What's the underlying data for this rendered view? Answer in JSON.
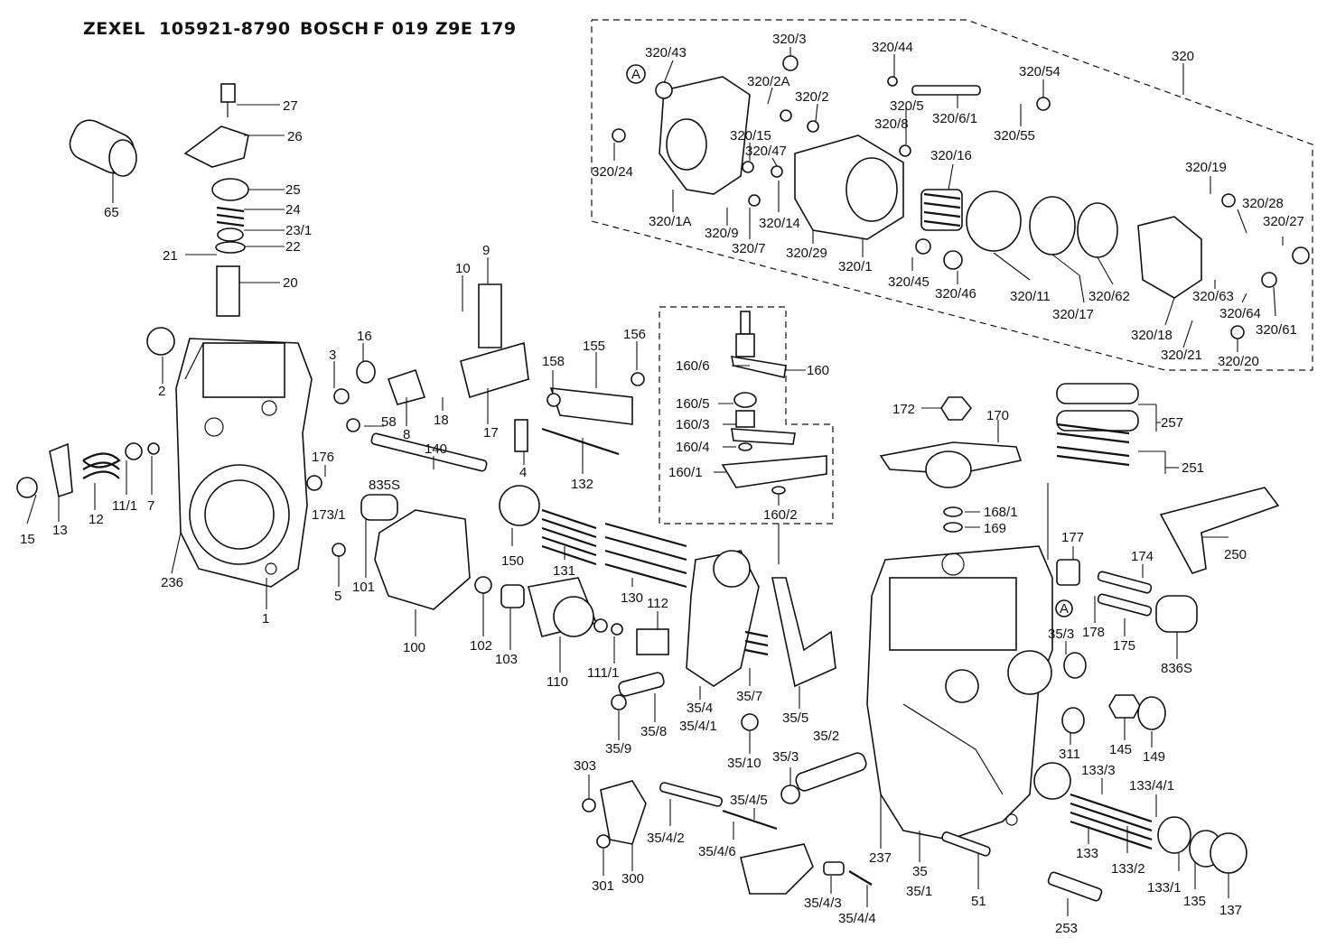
{
  "header": {
    "brand": "ZEXEL",
    "zexel_number": "105921-8790",
    "bosch": "BOSCH",
    "bosch_number": "F 019 Z9E 179"
  },
  "callouts": {
    "assembly_ref_a": "A",
    "assembly_ref_a2": "A"
  },
  "labels": {
    "p65": "65",
    "p27": "27",
    "p26": "26",
    "p25": "25",
    "p24": "24",
    "p23_1": "23/1",
    "p22": "22",
    "p21": "21",
    "p20": "20",
    "p2": "2",
    "p3": "3",
    "p16": "16",
    "p58": "58",
    "p8": "8",
    "p18": "18",
    "p10": "10",
    "p9": "9",
    "p17": "17",
    "p4": "4",
    "p158": "158",
    "p155": "155",
    "p156": "156",
    "p132": "132",
    "p176": "176",
    "p140": "140",
    "p835s": "835S",
    "p173_1": "173/1",
    "p15": "15",
    "p13": "13",
    "p12": "12",
    "p11_1": "11/1",
    "p7": "7",
    "p236": "236",
    "p1": "1",
    "p5": "5",
    "p101": "101",
    "p100": "100",
    "p150": "150",
    "p131": "131",
    "p130": "130",
    "p112": "112",
    "p102": "102",
    "p103": "103",
    "p110": "110",
    "p111_1": "111/1",
    "p35_4": "35/4",
    "p35_4_1": "35/4/1",
    "p35_7": "35/7",
    "p35_5": "35/5",
    "p35_8": "35/8",
    "p35_9": "35/9",
    "p35_10": "35/10",
    "p35_3a": "35/3",
    "p35_2": "35/2",
    "p160_6": "160/6",
    "p160": "160",
    "p160_5": "160/5",
    "p160_3": "160/3",
    "p160_4": "160/4",
    "p160_1": "160/1",
    "p160_2": "160/2",
    "p303": "303",
    "p301": "301",
    "p300": "300",
    "p35_4_2": "35/4/2",
    "p35_4_5": "35/4/5",
    "p35_4_6": "35/4/6",
    "p35_4_3": "35/4/3",
    "p35_4_4": "35/4/4",
    "p237": "237",
    "p35": "35",
    "p35_1": "35/1",
    "p51": "51",
    "p253": "253",
    "p172": "172",
    "p170": "170",
    "p168_1": "168/1",
    "p169": "169",
    "p257": "257",
    "p251": "251",
    "p250": "250",
    "p177": "177",
    "p174": "174",
    "p178": "178",
    "p175": "175",
    "p836s": "836S",
    "p35_3b": "35/3",
    "p145": "145",
    "p149": "149",
    "p311": "311",
    "p133_3": "133/3",
    "p133_4_1": "133/4/1",
    "p133": "133",
    "p133_2": "133/2",
    "p133_1": "133/1",
    "p135": "135",
    "p137": "137",
    "p320": "320",
    "p320_3": "320/3",
    "p320_43": "320/43",
    "p320_44": "320/44",
    "p320_54": "320/54",
    "p320_2a": "320/2A",
    "p320_2": "320/2",
    "p320_5": "320/5",
    "p320_8": "320/8",
    "p320_6_1": "320/6/1",
    "p320_55": "320/55",
    "p320_15": "320/15",
    "p320_47": "320/47",
    "p320_16": "320/16",
    "p320_24": "320/24",
    "p320_1a": "320/1A",
    "p320_9": "320/9",
    "p320_7": "320/7",
    "p320_14": "320/14",
    "p320_29": "320/29",
    "p320_1": "320/1",
    "p320_45": "320/45",
    "p320_46": "320/46",
    "p320_11": "320/11",
    "p320_17": "320/17",
    "p320_62": "320/62",
    "p320_19": "320/19",
    "p320_28": "320/28",
    "p320_27": "320/27",
    "p320_63": "320/63",
    "p320_64": "320/64",
    "p320_61": "320/61",
    "p320_18": "320/18",
    "p320_21": "320/21",
    "p320_20": "320/20"
  }
}
